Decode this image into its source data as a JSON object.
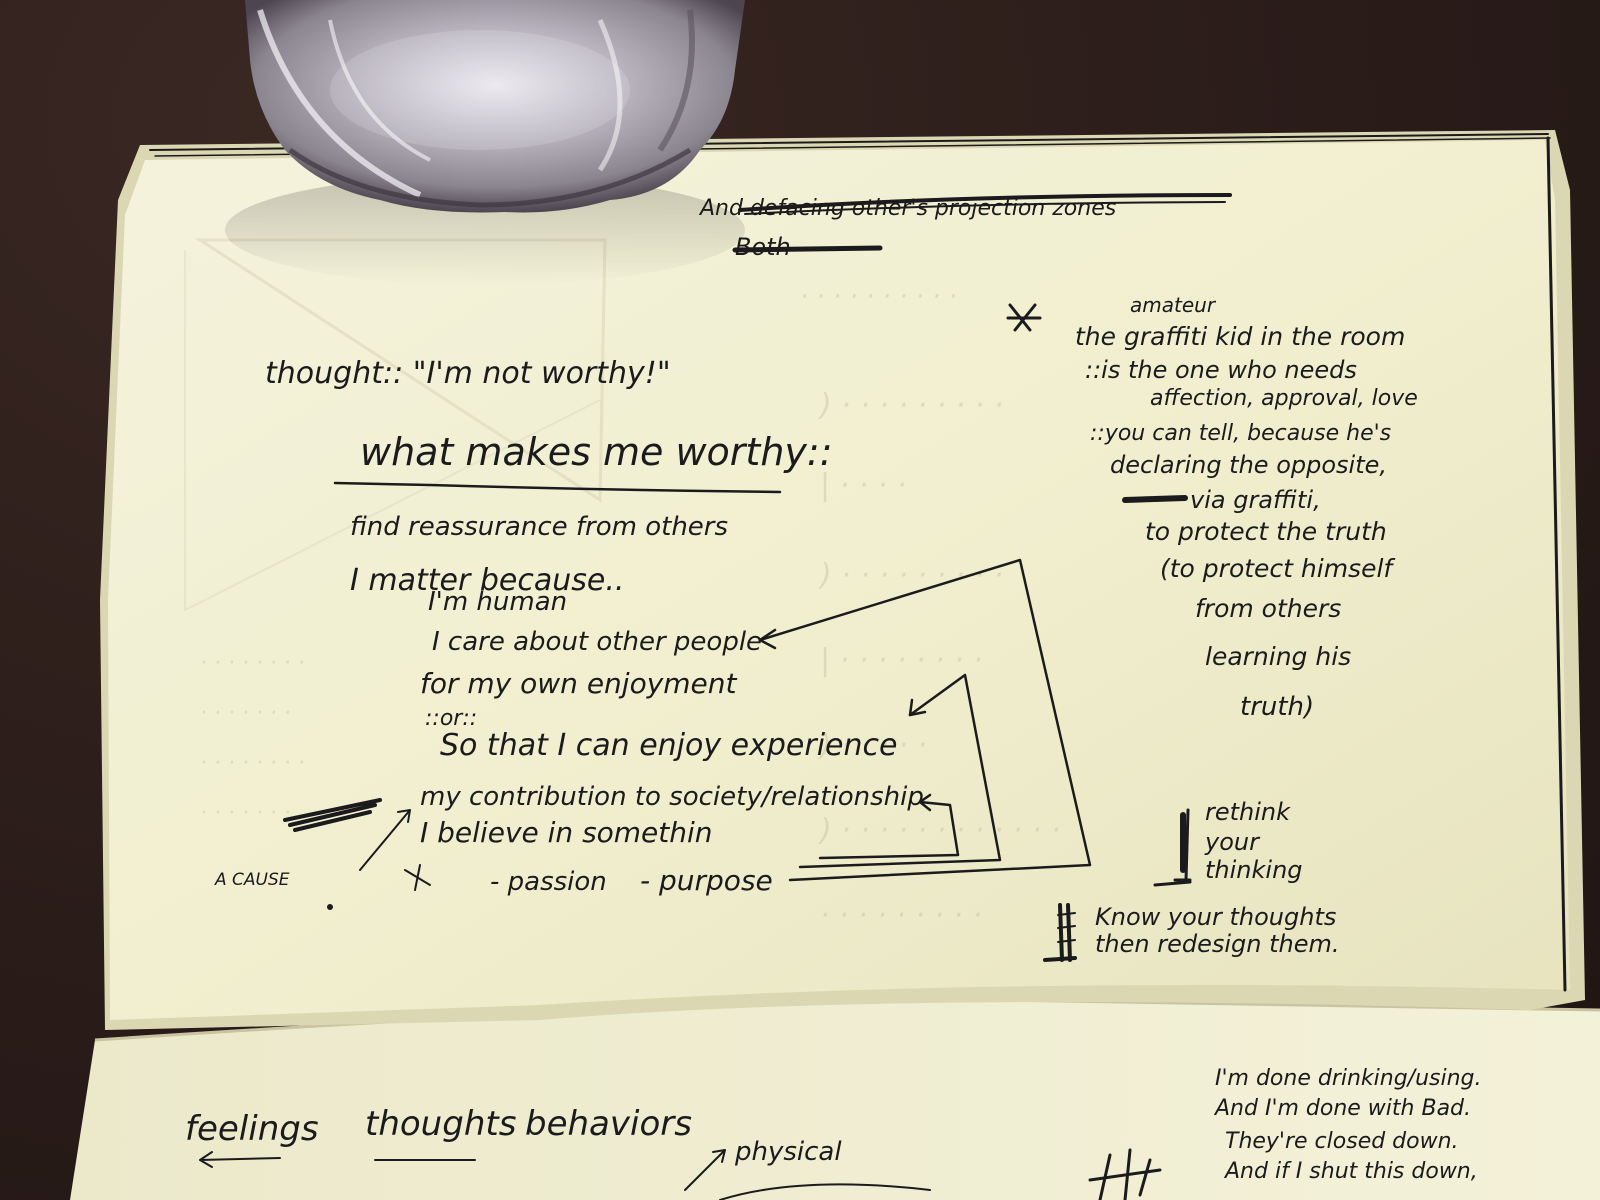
{
  "top_page": {
    "header_struck": "And defacing other's projection zones",
    "header_struck_2": "Both",
    "left_notes": {
      "thought": "thought:: \"I'm not worthy!\"",
      "heading": "what makes me worthy::",
      "item1": "find reassurance from others",
      "item2": "I matter because..",
      "sub1": "I'm human",
      "sub2": "I care about other people",
      "sub3": "for my own enjoyment",
      "or": "::or::",
      "so_that": "So that I can enjoy experience",
      "item3": "my contribution to society/relationship",
      "item4": "I believe in somethin",
      "passion": "- passion",
      "purpose": "- purpose",
      "a_cause": "A CAUSE"
    },
    "right_notes": {
      "amateur": "amateur",
      "line1": "the graffiti kid in the room",
      "line2": "::is the one who needs",
      "line3": "affection, approval, love",
      "line4": "::you can tell, because he's",
      "line5": "declaring the opposite,",
      "line6": "via graffiti,",
      "line7": "to protect the truth",
      "line8": "(to protect himself",
      "line9": "from others",
      "line10": "learning his",
      "line11": "truth)",
      "rethink1": "rethink",
      "rethink2": "your",
      "rethink3": "thinking",
      "know1": "Know your thoughts",
      "know2": "then redesign them."
    }
  },
  "bottom_page": {
    "col1": "feelings",
    "col2": "thoughts",
    "col3": "behaviors",
    "physical": "physical",
    "right1": "I'm done drinking/using.",
    "right2": "And I'm done with Bad.",
    "right3": "They're closed down.",
    "right4": "And if I shut this down,"
  }
}
